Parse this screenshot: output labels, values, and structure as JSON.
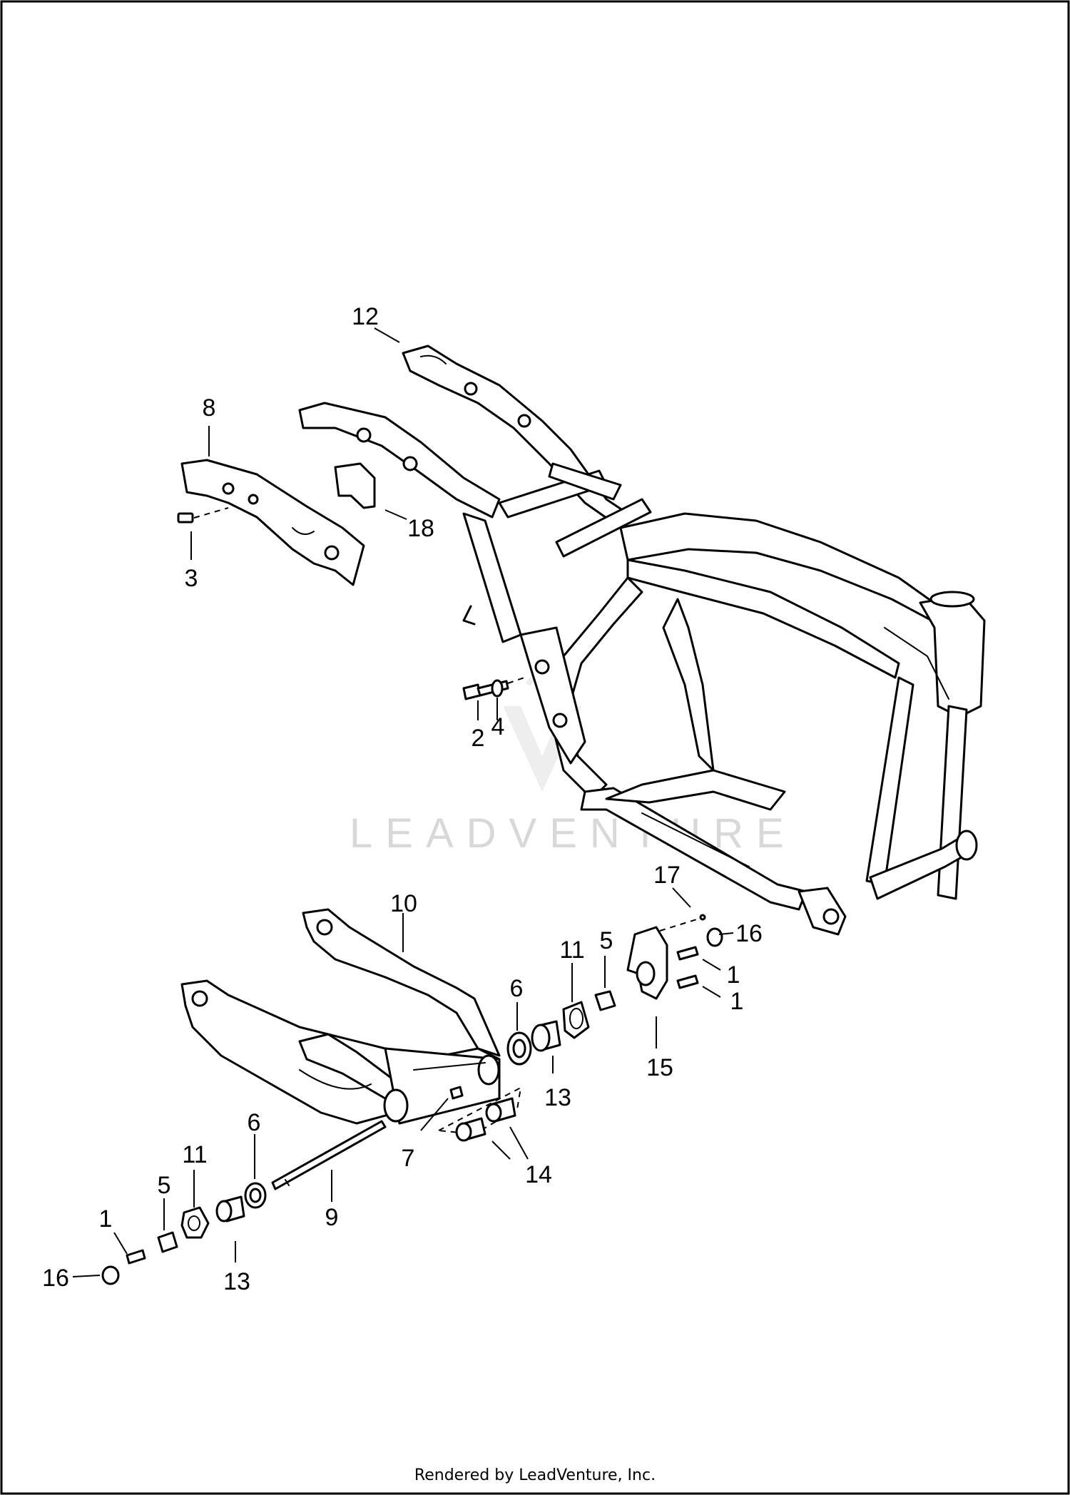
{
  "watermark": {
    "text": "LEADVENTURE"
  },
  "footer": {
    "text": "Rendered by LeadVenture, Inc."
  },
  "callouts": [
    {
      "id": "c12",
      "label": "12"
    },
    {
      "id": "c8",
      "label": "8"
    },
    {
      "id": "c18",
      "label": "18"
    },
    {
      "id": "c3",
      "label": "3"
    },
    {
      "id": "c2",
      "label": "2"
    },
    {
      "id": "c4",
      "label": "4"
    },
    {
      "id": "c17",
      "label": "17"
    },
    {
      "id": "c16a",
      "label": "16"
    },
    {
      "id": "c1a",
      "label": "1"
    },
    {
      "id": "c1b",
      "label": "1"
    },
    {
      "id": "c15",
      "label": "15"
    },
    {
      "id": "c10",
      "label": "10"
    },
    {
      "id": "c11a",
      "label": "11"
    },
    {
      "id": "c5a",
      "label": "5"
    },
    {
      "id": "c6a",
      "label": "6"
    },
    {
      "id": "c13a",
      "label": "13"
    },
    {
      "id": "c7",
      "label": "7"
    },
    {
      "id": "c14",
      "label": "14"
    },
    {
      "id": "c9",
      "label": "9"
    },
    {
      "id": "c6b",
      "label": "6"
    },
    {
      "id": "c11b",
      "label": "11"
    },
    {
      "id": "c5b",
      "label": "5"
    },
    {
      "id": "c1c",
      "label": "1"
    },
    {
      "id": "c16b",
      "label": "16"
    },
    {
      "id": "c13b",
      "label": "13"
    }
  ]
}
